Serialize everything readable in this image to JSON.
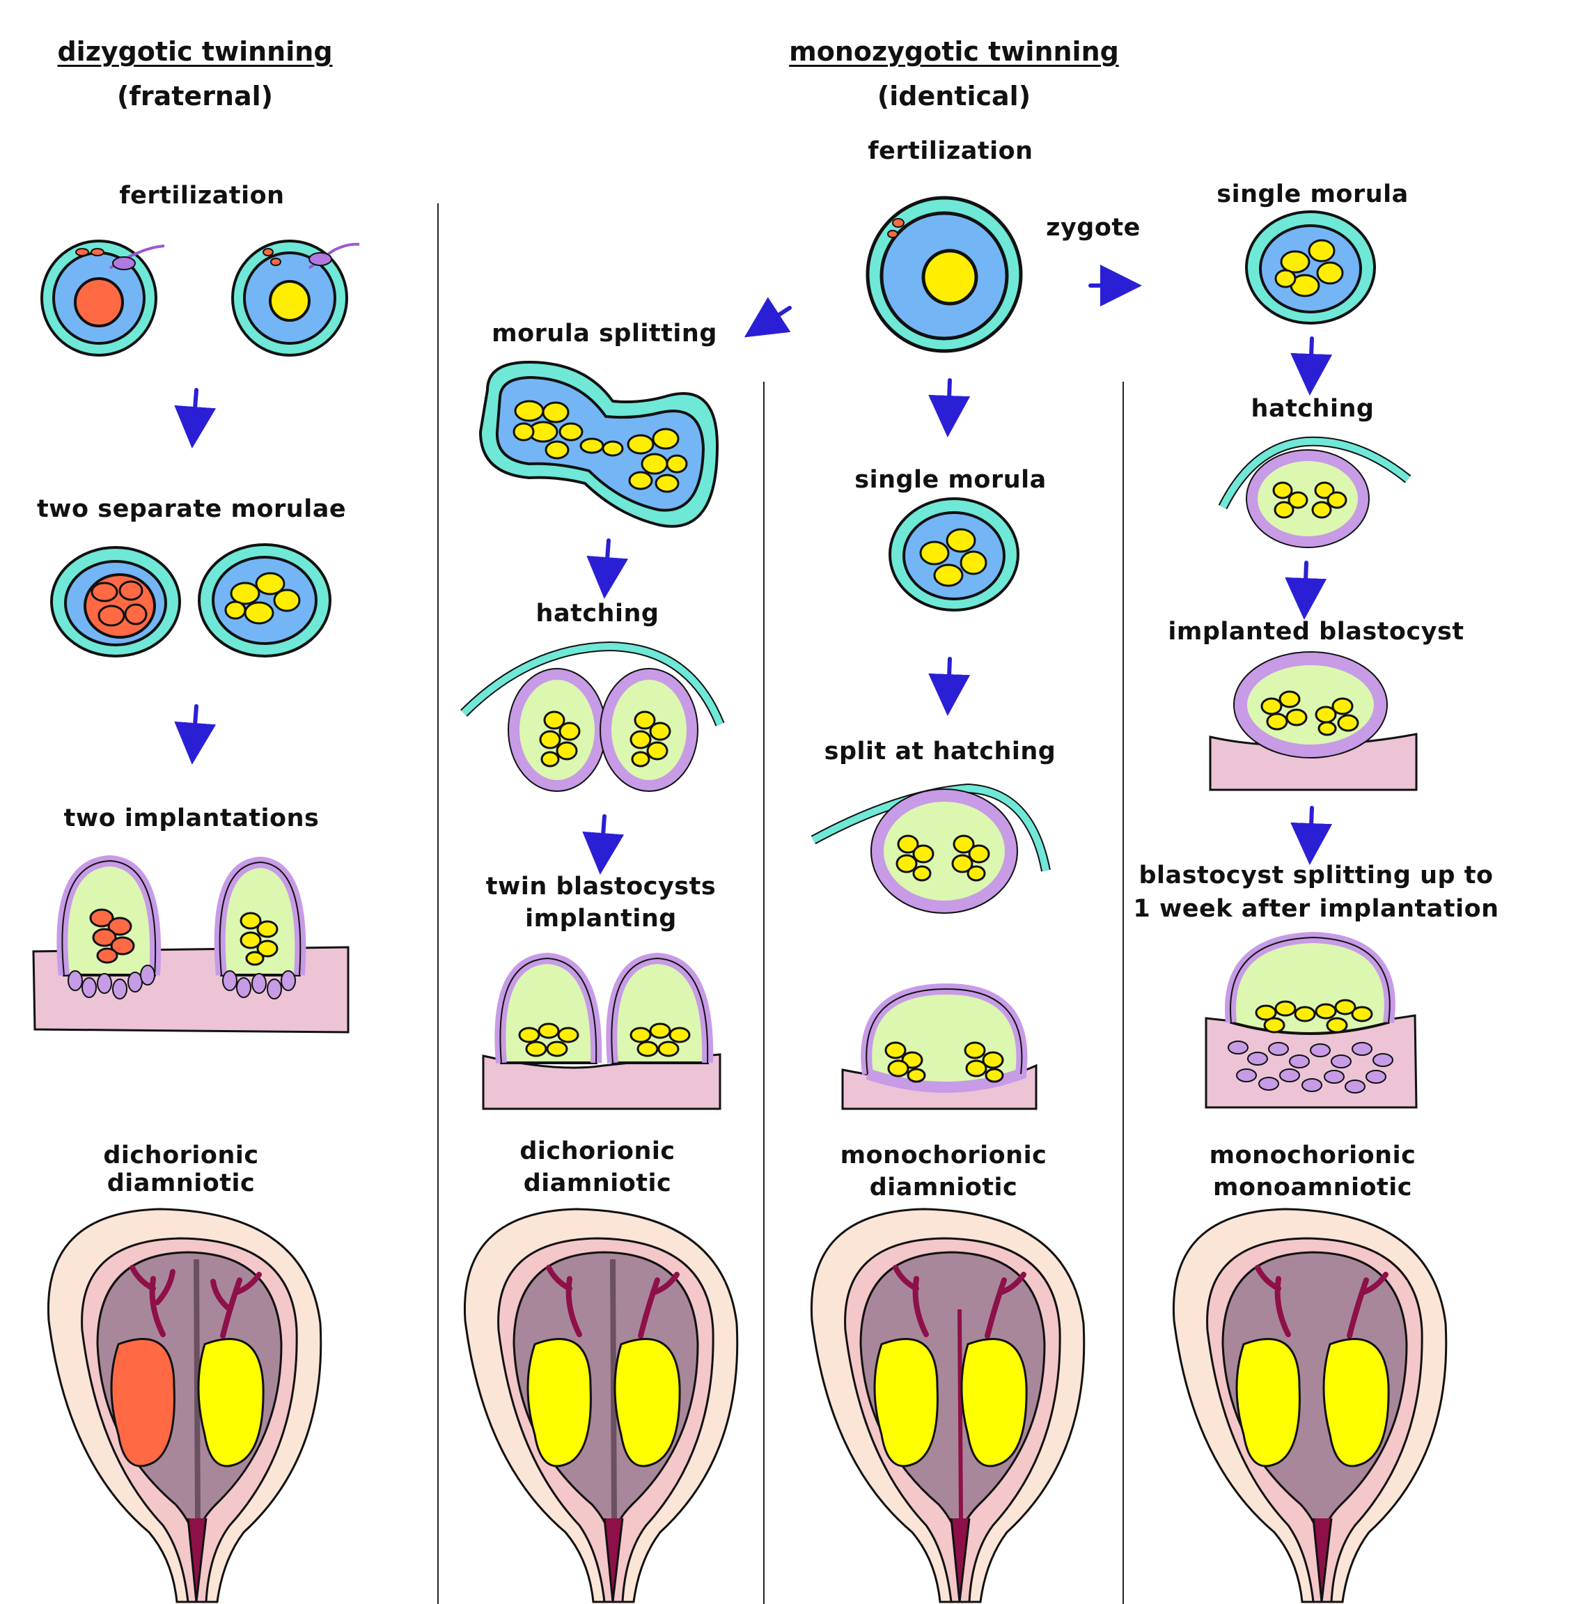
{
  "headers": {
    "dizygotic_title": "dizygotic twinning",
    "dizygotic_sub": "(fraternal)",
    "monozygotic_title": "monozygotic twinning",
    "monozygotic_sub": "(identical)"
  },
  "labels": {
    "diz_fertilization": "fertilization",
    "diz_two_morulae": "two separate morulae",
    "diz_two_implantations": "two implantations",
    "diz_result_1": "dichorionic",
    "diz_result_2": "diamniotic",
    "mono_fertilization": "fertilization",
    "zygote": "zygote",
    "col2_morula_splitting": "morula splitting",
    "col2_hatching": "hatching",
    "col2_twin_1": "twin blastocysts",
    "col2_twin_2": "implanting",
    "col2_result_1": "dichorionic",
    "col2_result_2": "diamniotic",
    "col3_single_morula": "single morula",
    "col3_split_hatching": "split at hatching",
    "col3_result_1": "monochorionic",
    "col3_result_2": "diamniotic",
    "col4_single_morula": "single morula",
    "col4_hatching": "hatching",
    "col4_implanted": "implanted blastocyst",
    "col4_split_1": "blastocyst splitting up to",
    "col4_split_2": "1 week after implantation",
    "col4_result_1": "monochorionic",
    "col4_result_2": "monoamniotic"
  },
  "colors": {
    "zona": "#6fe8d8",
    "cytoplasm": "#74b6f5",
    "nucleus_yellow": "#ffee00",
    "nucleus_orange": "#ff6a45",
    "trophoblast": "#c79be6",
    "blastocoel": "#dcf7b0",
    "endometrium": "#ecc4d6",
    "arrow": "#2b1fd6",
    "uterus_outer": "#fbe5d6",
    "uterus_wall": "#f4c7c9",
    "uterus_cavity": "#a9879a",
    "vessel": "#8e1048",
    "fetus_yellow": "#ffff00",
    "fetus_orange": "#ff6a45"
  }
}
